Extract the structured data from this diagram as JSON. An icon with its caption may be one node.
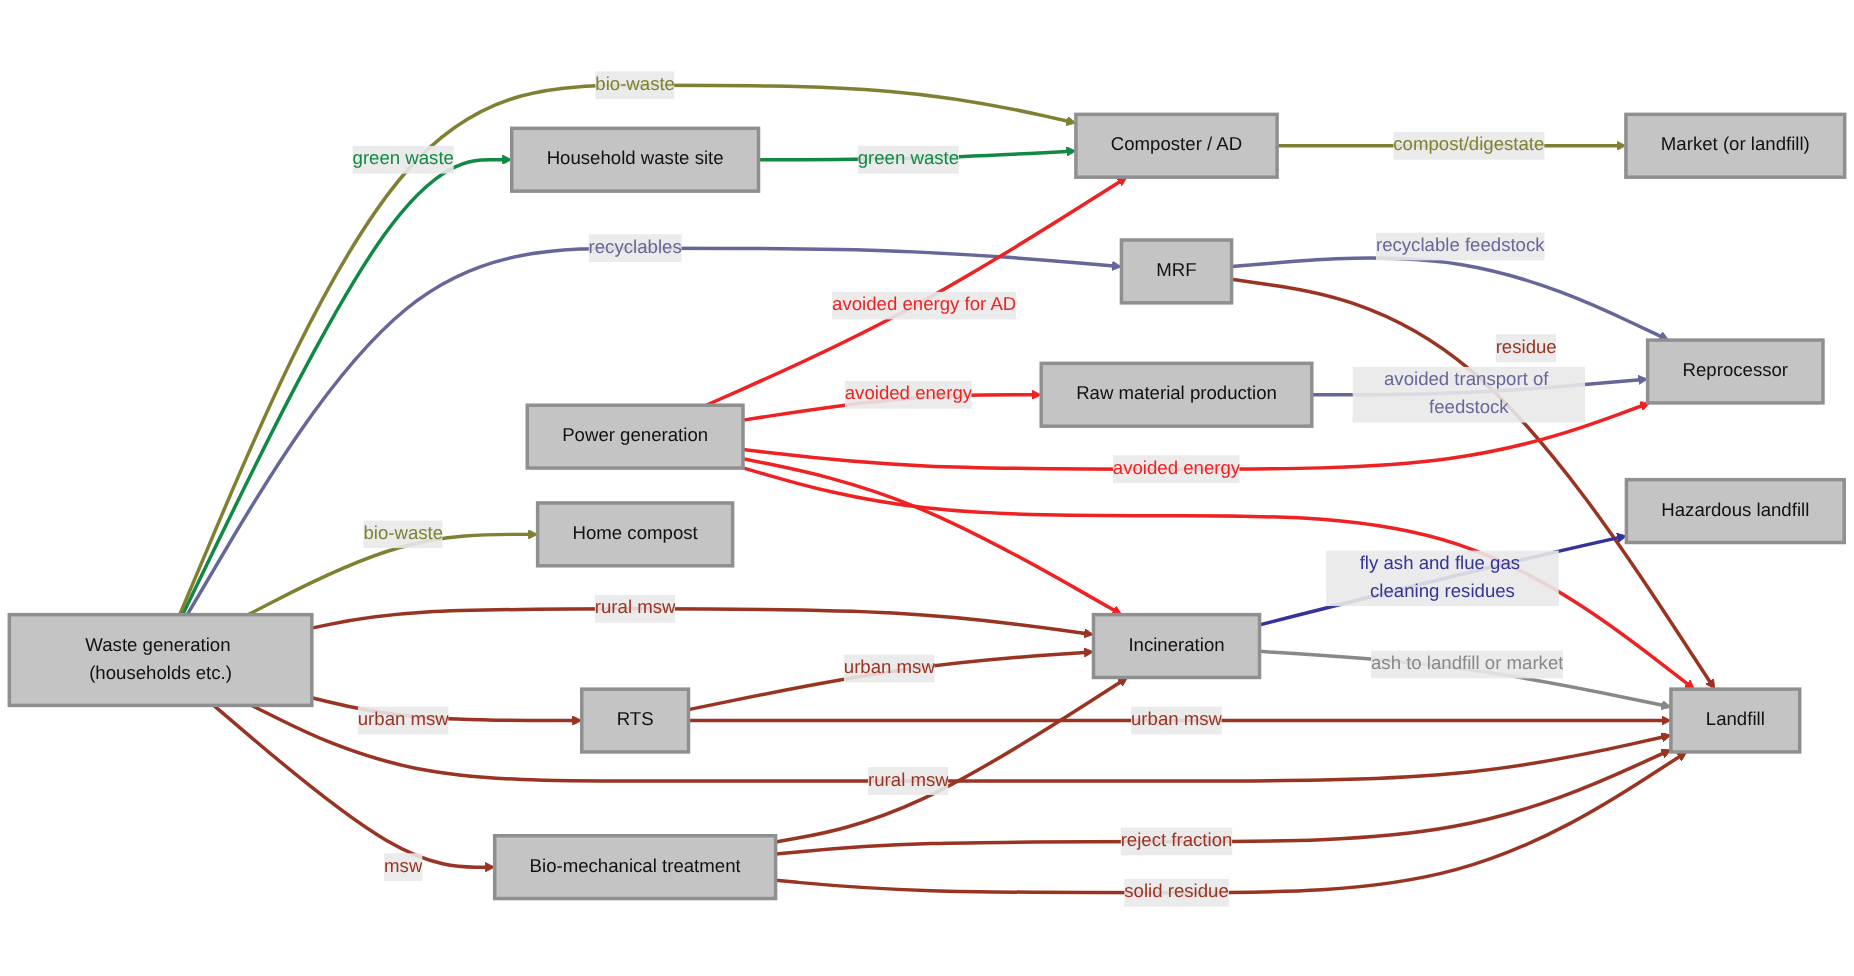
{
  "diagram": {
    "nodes": [
      {
        "text": [
          "Waste generation (households etc.)"
        ]
      },
      {
        "text": [
          "Home compost"
        ]
      },
      {
        "text": [
          "Bio-mechanical treatment"
        ]
      },
      {
        "text": [
          "Landfill"
        ]
      },
      {
        "text": [
          "RTS"
        ]
      },
      {
        "text": [
          "Incineration"
        ]
      },
      {
        "text": [
          "Hazardous landfill"
        ]
      },
      {
        "text": [
          "Power generation"
        ]
      },
      {
        "text": [
          "MRF"
        ]
      },
      {
        "text": [
          "Reprocessor"
        ]
      },
      {
        "text": [
          "Raw material production"
        ]
      },
      {
        "text": [
          "Household waste site"
        ]
      },
      {
        "text": [
          "Composter / AD"
        ]
      },
      {
        "text": [
          "Market (or landfill)"
        ]
      }
    ],
    "edges": [
      {
        "from": 0,
        "to": 2,
        "arrow": "to",
        "label": "msw"
      },
      {
        "from": 0,
        "to": 3,
        "arrow": "to",
        "label": "rural msw"
      },
      {
        "from": 0,
        "to": 4,
        "arrow": "to",
        "label": "urban msw"
      },
      {
        "from": 4,
        "to": 3,
        "arrow": "to",
        "label": "urban msw"
      },
      {
        "from": 4,
        "to": 5,
        "arrow": "to",
        "label": "urban msw"
      },
      {
        "from": 0,
        "to": 5,
        "arrow": "to",
        "label": "rural msw"
      },
      {
        "from": 0,
        "to": 1,
        "arrow": "to",
        "label": "bio-waste",
        "color": "#808033"
      },
      {
        "from": 0,
        "to": 8,
        "arrow": "to",
        "label": "recyclables",
        "color": "#666699"
      },
      {
        "from": 0,
        "to": 11,
        "arrow": "to",
        "label": "green waste",
        "color": "#118844"
      },
      {
        "from": 0,
        "to": 12,
        "arrow": "to",
        "label": "bio-waste",
        "color": "#808033"
      },
      {
        "from": 2,
        "to": 3,
        "arrow": "to",
        "label": "solid residue"
      },
      {
        "from": 2,
        "to": 3,
        "arrow": "to",
        "label": "reject fraction"
      },
      {
        "from": 2,
        "to": 5,
        "arrow": "to"
      },
      {
        "from": 8,
        "to": 3,
        "arrow": "to",
        "label": "residue"
      },
      {
        "from": 8,
        "to": 9,
        "arrow": "to",
        "label": "recyclable feedstock",
        "color": "#666699"
      },
      {
        "from": 11,
        "to": 12,
        "arrow": "to",
        "label": "green waste",
        "color": "#118844"
      },
      {
        "from": 12,
        "to": 13,
        "arrow": "to",
        "label": "compost/digestate",
        "color": "#808033"
      },
      {
        "from": 5,
        "to": 3,
        "arrow": "to",
        "label": "ash to landfill or market",
        "color": "#888888"
      },
      {
        "from": 5,
        "to": 6,
        "arrow": "to",
        "label": "fly ash and flue gas cleaning residues",
        "color": "#333399"
      },
      {
        "from": 7,
        "to": 3,
        "arrow": "to",
        "color": "#ee2222"
      },
      {
        "from": 7,
        "to": 5,
        "arrow": "to",
        "color": "#ee2222"
      },
      {
        "from": 7,
        "to": 9,
        "arrow": "to",
        "label": "avoided energy",
        "color": "#ee2222"
      },
      {
        "from": 7,
        "to": 10,
        "arrow": "to",
        "label": "avoided energy",
        "color": "#ee2222"
      },
      {
        "from": 7,
        "to": 12,
        "arrow": "to",
        "label": "avoided energy for AD",
        "color": "#ee2222"
      },
      {
        "from": 10,
        "to": 9,
        "arrow": "to",
        "label": "avoided transport of feedstock",
        "color": "#666699"
      }
    ]
  }
}
